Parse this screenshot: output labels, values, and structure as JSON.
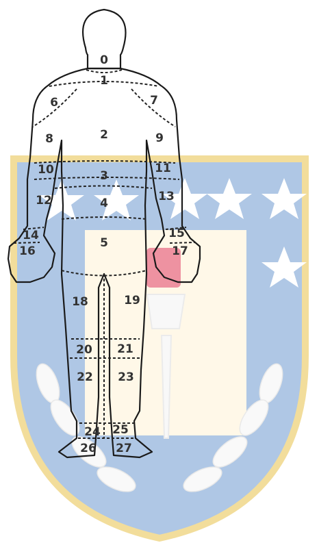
{
  "colors": {
    "crest_blue": "#3d73b8",
    "crest_gold": "#e8c24a",
    "crest_cream": "#fff3d6",
    "star_white": "#ffffff",
    "highlight_pink": "#e8708a",
    "outline": "#1a1a1a",
    "label": "#333333"
  },
  "background": {
    "watermark": "university-crest-watermark"
  },
  "regions": [
    {
      "id": "0",
      "label": "0",
      "name": "neck"
    },
    {
      "id": "1",
      "label": "1",
      "name": "upper-back"
    },
    {
      "id": "2",
      "label": "2",
      "name": "mid-back"
    },
    {
      "id": "3",
      "label": "3",
      "name": "lower-back-upper"
    },
    {
      "id": "4",
      "label": "4",
      "name": "lower-back"
    },
    {
      "id": "5",
      "label": "5",
      "name": "buttocks"
    },
    {
      "id": "6",
      "label": "6",
      "name": "right-shoulder"
    },
    {
      "id": "7",
      "label": "7",
      "name": "left-shoulder"
    },
    {
      "id": "8",
      "label": "8",
      "name": "right-upper-arm"
    },
    {
      "id": "9",
      "label": "9",
      "name": "left-upper-arm"
    },
    {
      "id": "10",
      "label": "10",
      "name": "right-elbow"
    },
    {
      "id": "11",
      "label": "11",
      "name": "left-elbow"
    },
    {
      "id": "12",
      "label": "12",
      "name": "right-forearm"
    },
    {
      "id": "13",
      "label": "13",
      "name": "left-forearm"
    },
    {
      "id": "14",
      "label": "14",
      "name": "right-wrist"
    },
    {
      "id": "15",
      "label": "15",
      "name": "left-wrist"
    },
    {
      "id": "16",
      "label": "16",
      "name": "right-hand"
    },
    {
      "id": "17",
      "label": "17",
      "name": "left-hand",
      "highlighted": true
    },
    {
      "id": "18",
      "label": "18",
      "name": "right-thigh"
    },
    {
      "id": "19",
      "label": "19",
      "name": "left-thigh"
    },
    {
      "id": "20",
      "label": "20",
      "name": "right-knee"
    },
    {
      "id": "21",
      "label": "21",
      "name": "left-knee"
    },
    {
      "id": "22",
      "label": "22",
      "name": "right-calf"
    },
    {
      "id": "23",
      "label": "23",
      "name": "left-calf"
    },
    {
      "id": "24",
      "label": "24",
      "name": "right-ankle"
    },
    {
      "id": "25",
      "label": "25",
      "name": "left-ankle"
    },
    {
      "id": "26",
      "label": "26",
      "name": "right-foot"
    },
    {
      "id": "27",
      "label": "27",
      "name": "left-foot"
    }
  ]
}
